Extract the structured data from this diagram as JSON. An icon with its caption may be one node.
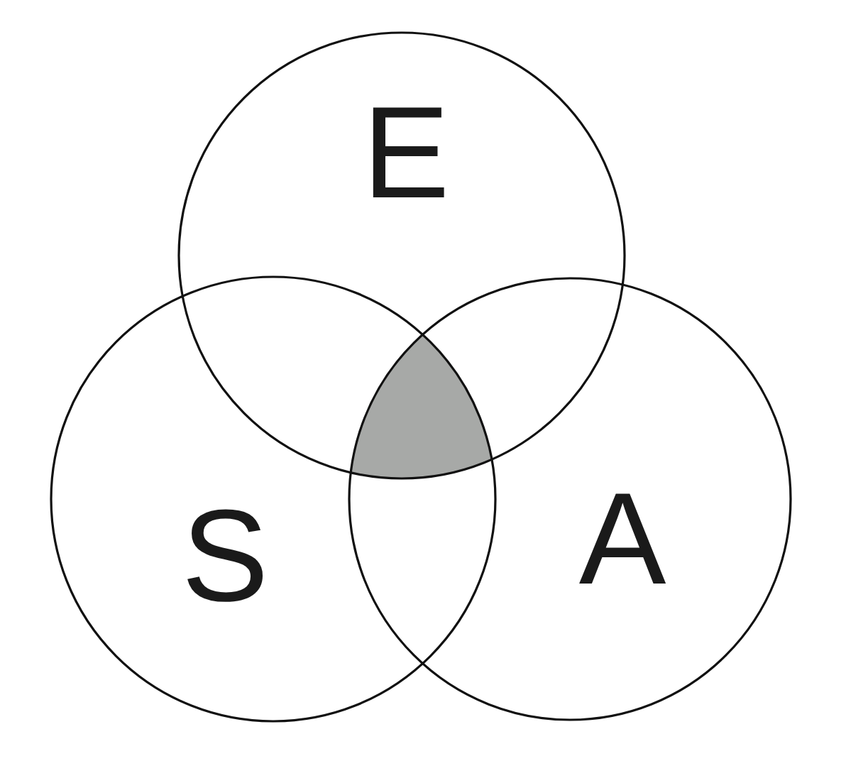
{
  "diagram": {
    "nodes": [
      {
        "text": [
          "E"
        ]
      },
      {
        "text": [
          "S"
        ]
      },
      {
        "text": [
          "A"
        ]
      },
      {
        "text": [],
        "shape": "region"
      }
    ],
    "edges": []
  }
}
